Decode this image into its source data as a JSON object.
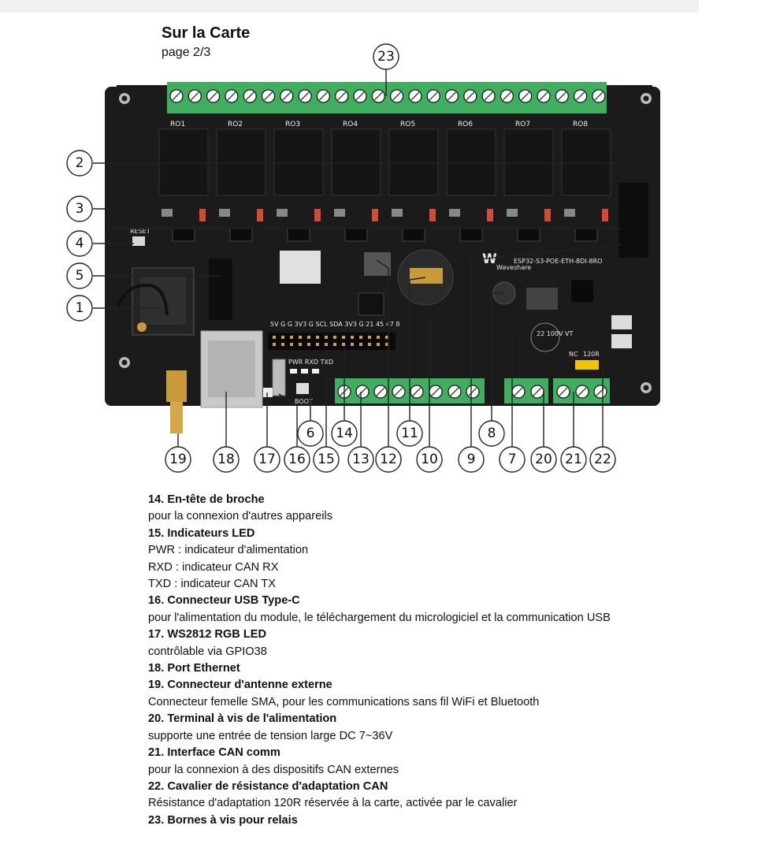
{
  "header": {
    "title": "Sur la Carte",
    "subtitle": "page 2/3"
  },
  "board": {
    "model_label": "ESP32-S3-POE-ETH-8DI-8RO",
    "brand_label": "Waveshare",
    "reset_label": "RESET",
    "relay_labels": [
      "RO1",
      "RO2",
      "RO3",
      "RO4",
      "RO5",
      "RO6",
      "RO7",
      "RO8"
    ],
    "can_labels": [
      "NC",
      "120R"
    ],
    "header_top_labels": "5V  G  G  3V3  G  SCL SDA 3V3  G  21  45  47  8",
    "status_labels": "PWR RXD TXD",
    "boot_label": "BOOT",
    "cap_label": "22 100V VT"
  },
  "callouts": [
    "1",
    "2",
    "3",
    "4",
    "5",
    "6",
    "7",
    "8",
    "9",
    "10",
    "11",
    "12",
    "13",
    "14",
    "15",
    "16",
    "17",
    "18",
    "19",
    "20",
    "21",
    "22",
    "23"
  ],
  "descriptions": [
    {
      "heading": "14. En-tête de broche",
      "lines": [
        "pour la connexion d'autres appareils"
      ]
    },
    {
      "heading": "15. Indicateurs LED",
      "lines": [
        "PWR : indicateur d'alimentation",
        "RXD : indicateur CAN RX",
        "TXD : indicateur CAN TX"
      ]
    },
    {
      "heading": "16. Connecteur USB Type-C",
      "lines": [
        "pour l'alimentation du module, le téléchargement du micrologiciel et la communication USB"
      ]
    },
    {
      "heading": "17. WS2812 RGB LED",
      "lines": [
        "contrôlable via GPIO38"
      ]
    },
    {
      "heading": "18. Port Ethernet",
      "lines": []
    },
    {
      "heading": "19. Connecteur d'antenne externe",
      "lines": [
        "Connecteur femelle SMA, pour les communications sans fil WiFi et Bluetooth"
      ]
    },
    {
      "heading": "20. Terminal à vis de l'alimentation",
      "lines": [
        "supporte une entrée de tension large DC 7~36V"
      ]
    },
    {
      "heading": "21. Interface CAN comm",
      "lines": [
        "pour la connexion à des dispositifs CAN externes"
      ]
    },
    {
      "heading": "22. Cavalier de résistance d'adaptation CAN",
      "lines": [
        "Résistance d'adaptation 120R réservée à la carte, activée par le cavalier"
      ]
    },
    {
      "heading": "23. Bornes à vis pour relais",
      "lines": []
    }
  ],
  "colors": {
    "pcb": "#1b1b1b",
    "terminal_green": "#3fae5e",
    "relay": "#151515",
    "ethernet": "#c9c9c9",
    "sma_gold": "#c89a3a",
    "jumper_yellow": "#f5c400"
  }
}
